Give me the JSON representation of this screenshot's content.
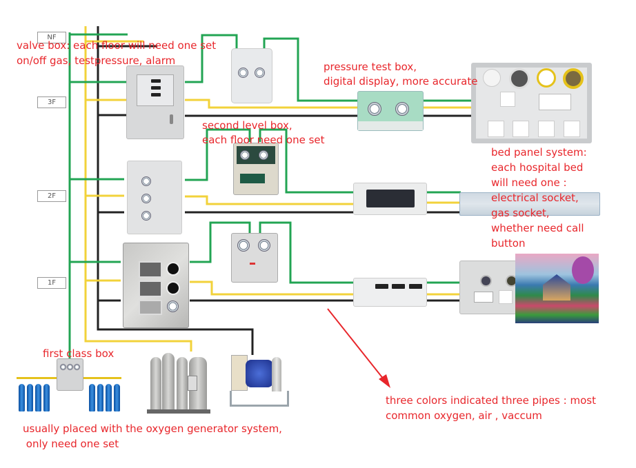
{
  "pipe_colors": {
    "oxygen": "#22a453",
    "air": "#f2d23a",
    "vacuum": "#222222"
  },
  "annotation_color": "#e8262b",
  "floors": [
    "NF",
    "3F",
    "2F",
    "1F"
  ],
  "notes": {
    "valve_box_line1": "valve box:   each floor will need one set",
    "valve_box_line2": "on/off gas, testpressure, alarm",
    "pressure_test_line1": "pressure test box,",
    "pressure_test_line2": "digital display, more accurate",
    "second_level_line1": "second level box,",
    "second_level_line2": "each floor need one set",
    "bed_panel_lines": [
      "bed panel system:",
      "each hospital bed",
      "will need one :",
      "electrical socket,",
      "gas socket,",
      "whether need call",
      "button"
    ],
    "first_class_box": "first class box",
    "first_class_line1": "usually placed with the oxygen generator system,",
    "first_class_line2": " only need one set",
    "three_colors_line1": "three colors indicated three pipes : most",
    "three_colors_line2": "common oxygen, air , vaccum"
  },
  "components": [
    "valve-box-3f",
    "second-level-box-3f",
    "pressure-test-box-3f",
    "bed-panel-3f",
    "valve-box-2f",
    "second-level-box-2f",
    "alarm-box-2f",
    "bed-rail-2f",
    "valve-box-1f",
    "second-level-box-1f",
    "alarm-box-1f",
    "bed-panel-1f",
    "painting",
    "first-class-box",
    "oxygen-cylinders",
    "oxygen-generator",
    "vacuum-pump"
  ]
}
